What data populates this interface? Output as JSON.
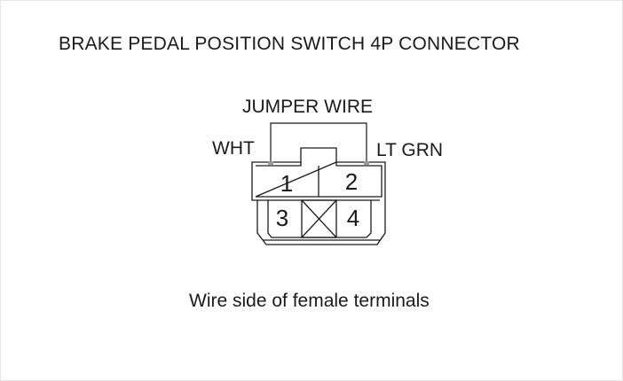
{
  "diagram": {
    "title": "BRAKE PEDAL POSITION SWITCH 4P CONNECTOR",
    "jumper_label": "JUMPER WIRE",
    "wire_left": "WHT",
    "wire_right": "LT GRN",
    "terminals": {
      "t1": "1",
      "t2": "2",
      "t3": "3",
      "t4": "4"
    },
    "caption": "Wire side of female terminals"
  },
  "colors": {
    "line": "#1a1a1a",
    "background": "#ffffff"
  }
}
